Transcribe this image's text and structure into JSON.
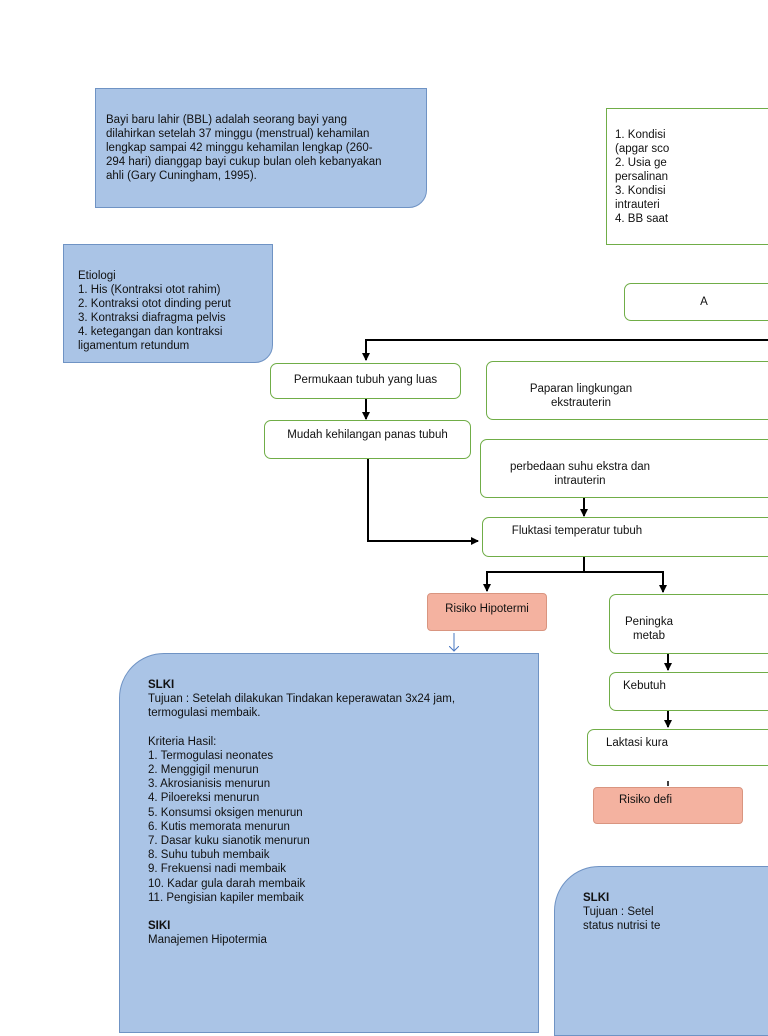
{
  "definition": {
    "text": "Bayi baru lahir (BBL) adalah seorang bayi yang\ndilahirkan setelah 37 minggu (menstrual) kehamilan\nlengkap sampai 42 minggu kehamilan lengkap (260-\n294 hari) dianggap bayi cukup bulan oleh kebanyakan\nahli (Gary Cuningham, 1995)."
  },
  "factors": {
    "text": "1. Kondisi\n(apgar sco\n2. Usia ge\npersalinan\n3. Kondisi\nintrauteri\n4. BB saat"
  },
  "etiologi": {
    "text": "Etiologi\n1. His (Kontraksi otot rahim)\n2. Kontraksi otot dinding perut\n3. Kontraksi diafragma pelvis\n4. ketegangan dan kontraksi\nligamentum retundum"
  },
  "flow": {
    "top_right": "A",
    "permukaan": "Permukaan tubuh yang luas",
    "paparan": "Paparan lingkungan\nekstrauterin",
    "mudah": "Mudah kehilangan panas tubuh",
    "perbedaan": "perbedaan suhu ekstra dan\nintrauterin",
    "fluktasi": "Fluktasi temperatur tubuh",
    "risiko_hipotermi": "Risiko Hipotermi",
    "peningkatan": "Peningka\nmetab",
    "kebutuhan": "Kebutuh",
    "laktasi": "Laktasi kura",
    "risiko_defisit": "Risiko defi"
  },
  "slki_left": {
    "heading": "SLKI",
    "tujuan": "Tujuan    : Setelah dilakukan Tindakan keperawatan 3x24 jam,\ntermogulasi membaik.",
    "kriteria_title": "Kriteria Hasil:",
    "kriteria": [
      "1. Termogulasi neonates",
      "2. Menggigil menurun",
      "3. Akrosianisis menurun",
      "4. Piloereksi menurun",
      "5. Konsumsi oksigen menurun",
      "6. Kutis memorata menurun",
      "7. Dasar kuku sianotik menurun",
      "8. Suhu tubuh membaik",
      "9. Frekuensi nadi membaik",
      "10. Kadar gula darah membaik",
      "11. Pengisian kapiler membaik"
    ],
    "siki_heading": "SIKI",
    "siki_item": "Manajemen Hipotermia"
  },
  "slki_right": {
    "heading": "SLKI",
    "tujuan": "Tujuan    : Setel\nstatus nutrisi te"
  },
  "colors": {
    "blue_fill": "#aac4e6",
    "blue_border": "#6f93c4",
    "green_border": "#70ad47",
    "salmon_fill": "#f4b2a0"
  }
}
